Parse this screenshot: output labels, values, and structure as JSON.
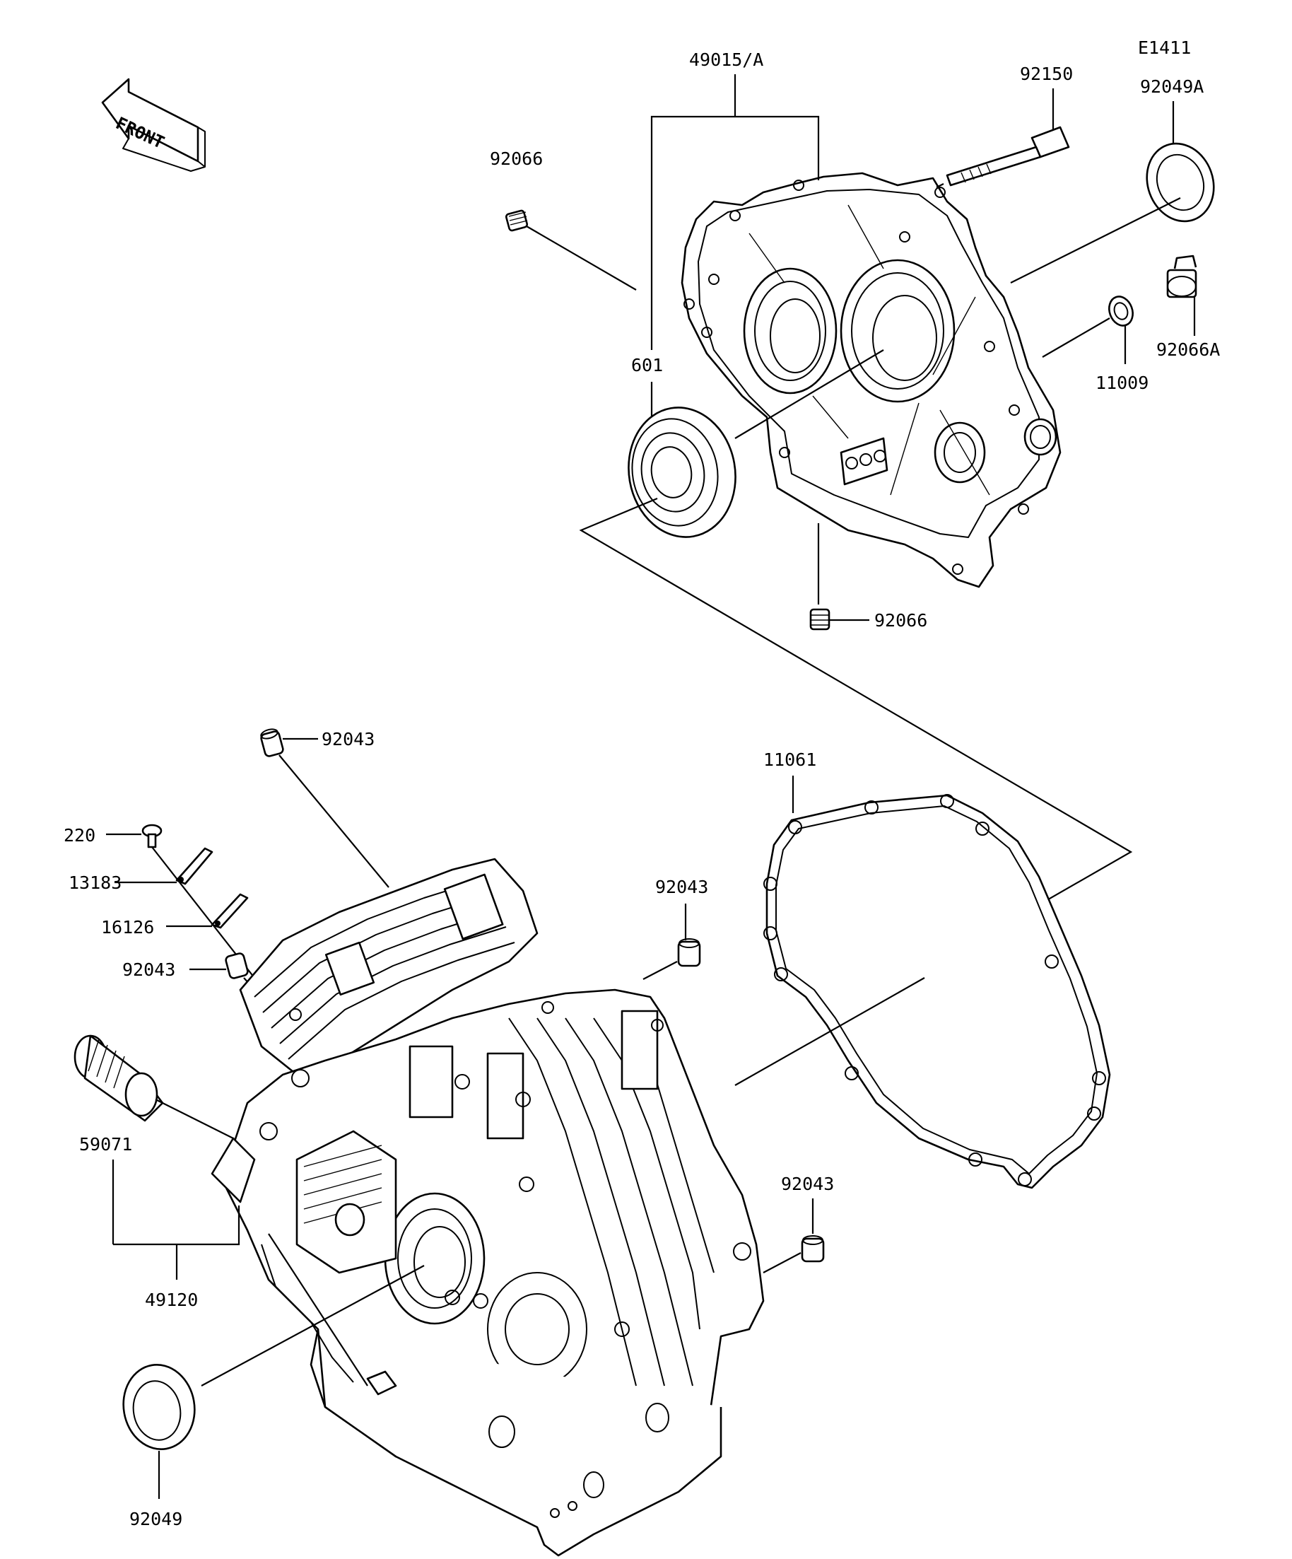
{
  "diagram_code": "E1411",
  "front_label": "FRONT",
  "labels": {
    "p49015A": "49015/A",
    "p92150": "92150",
    "p92049A": "92049A",
    "p92066_top": "92066",
    "p92066A": "92066A",
    "p11009": "11009",
    "p601": "601",
    "p92066_bottom": "92066",
    "p92043_top": "92043",
    "p11061": "11061",
    "p220": "220",
    "p13183": "13183",
    "p16126": "16126",
    "p92043_left": "92043",
    "p92043_mid": "92043",
    "p59071": "59071",
    "p92043_right": "92043",
    "p49120": "49120",
    "p92049": "92049"
  }
}
